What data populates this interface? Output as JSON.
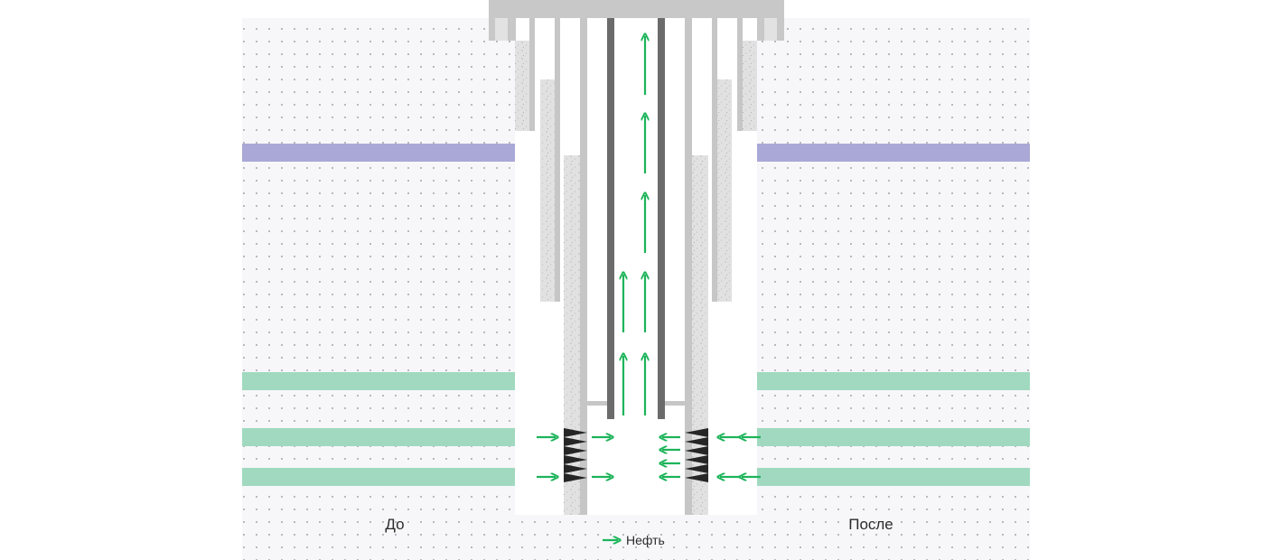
{
  "labels": {
    "before": "До",
    "after": "После"
  },
  "legend": {
    "text": "Нефть"
  },
  "colors": {
    "ground": "#f7f7fa",
    "ground_dot": "#8a8a96",
    "clay_layer": "#aaa8d6",
    "oil_layer": "#a0d9bf",
    "cement": "#e1e1e1",
    "casing": "#c6c6c6",
    "tubing": "#6b6b6b",
    "bore": "#ffffff",
    "perforation": "#262626",
    "oil_arrow": "#1db45a"
  }
}
